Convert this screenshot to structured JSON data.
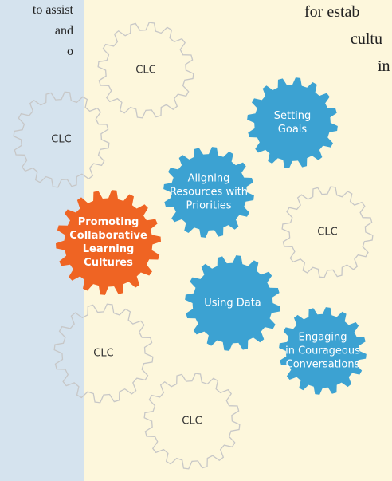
{
  "left_text": [
    "to assist",
    "and",
    "o"
  ],
  "right_text": [
    "for estab",
    "cultu",
    "in"
  ],
  "gears": [
    {
      "label": [
        "CLC"
      ],
      "style": "outline"
    },
    {
      "label": [
        "CLC"
      ],
      "style": "outline"
    },
    {
      "label": [
        "Setting",
        "Goals"
      ],
      "style": "blue"
    },
    {
      "label": [
        "Aligning",
        "Resources with",
        "Priorities"
      ],
      "style": "blue"
    },
    {
      "label": [
        "CLC"
      ],
      "style": "outline"
    },
    {
      "label": [
        "Promoting",
        "Collaborative",
        "Learning",
        "Cultures"
      ],
      "style": "orange"
    },
    {
      "label": [
        "Using Data"
      ],
      "style": "blue"
    },
    {
      "label": [
        "Engaging",
        "in Courageous",
        "Conversations"
      ],
      "style": "blue"
    },
    {
      "label": [
        "CLC"
      ],
      "style": "outline"
    },
    {
      "label": [
        "CLC"
      ],
      "style": "outline"
    }
  ],
  "colors": {
    "blue": "#3ca2d2",
    "orange": "#ef6423",
    "outline": "#c7c7c7",
    "left_panel": "#d5e3ee",
    "right_panel": "#fdf7dc"
  }
}
